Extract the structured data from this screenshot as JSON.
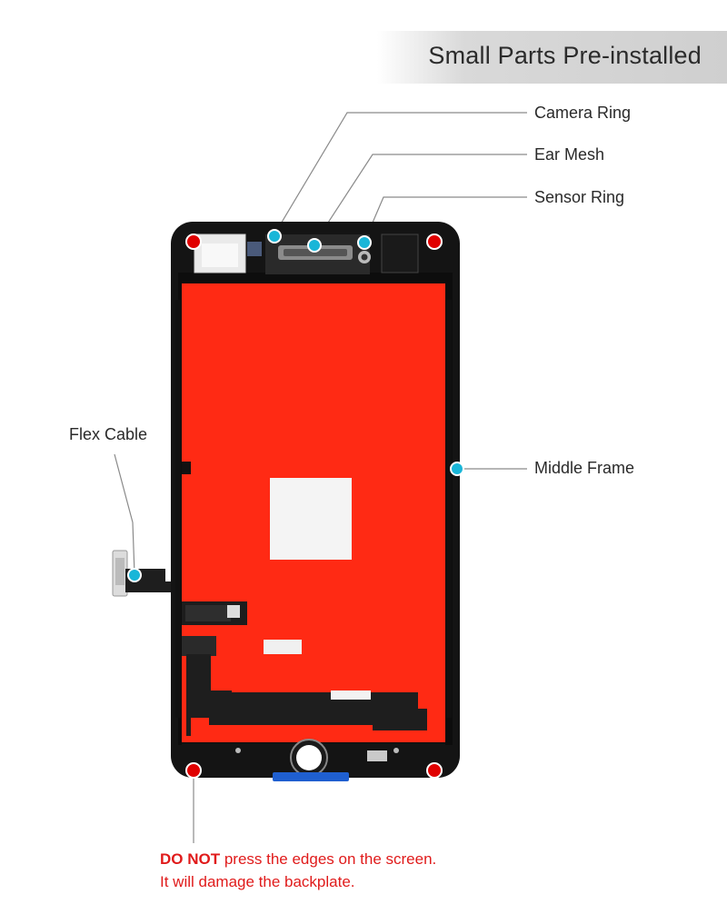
{
  "header": {
    "title": "Small Parts Pre-installed"
  },
  "callouts": {
    "camera_ring": "Camera Ring",
    "ear_mesh": "Ear Mesh",
    "sensor_ring": "Sensor Ring",
    "flex_cable": "Flex Cable",
    "middle_frame": "Middle Frame"
  },
  "warning": {
    "emphasis": "DO NOT",
    "line1_rest": " press the edges on the screen.",
    "line2": "It will damage the backplate."
  },
  "colors": {
    "display_red": "#ff2a14",
    "frame_black": "#141414",
    "marker_cyan": "#19b6d8",
    "marker_red": "#e00000",
    "warning_red": "#e01b1b",
    "connector_blue": "#1f5fd0"
  }
}
